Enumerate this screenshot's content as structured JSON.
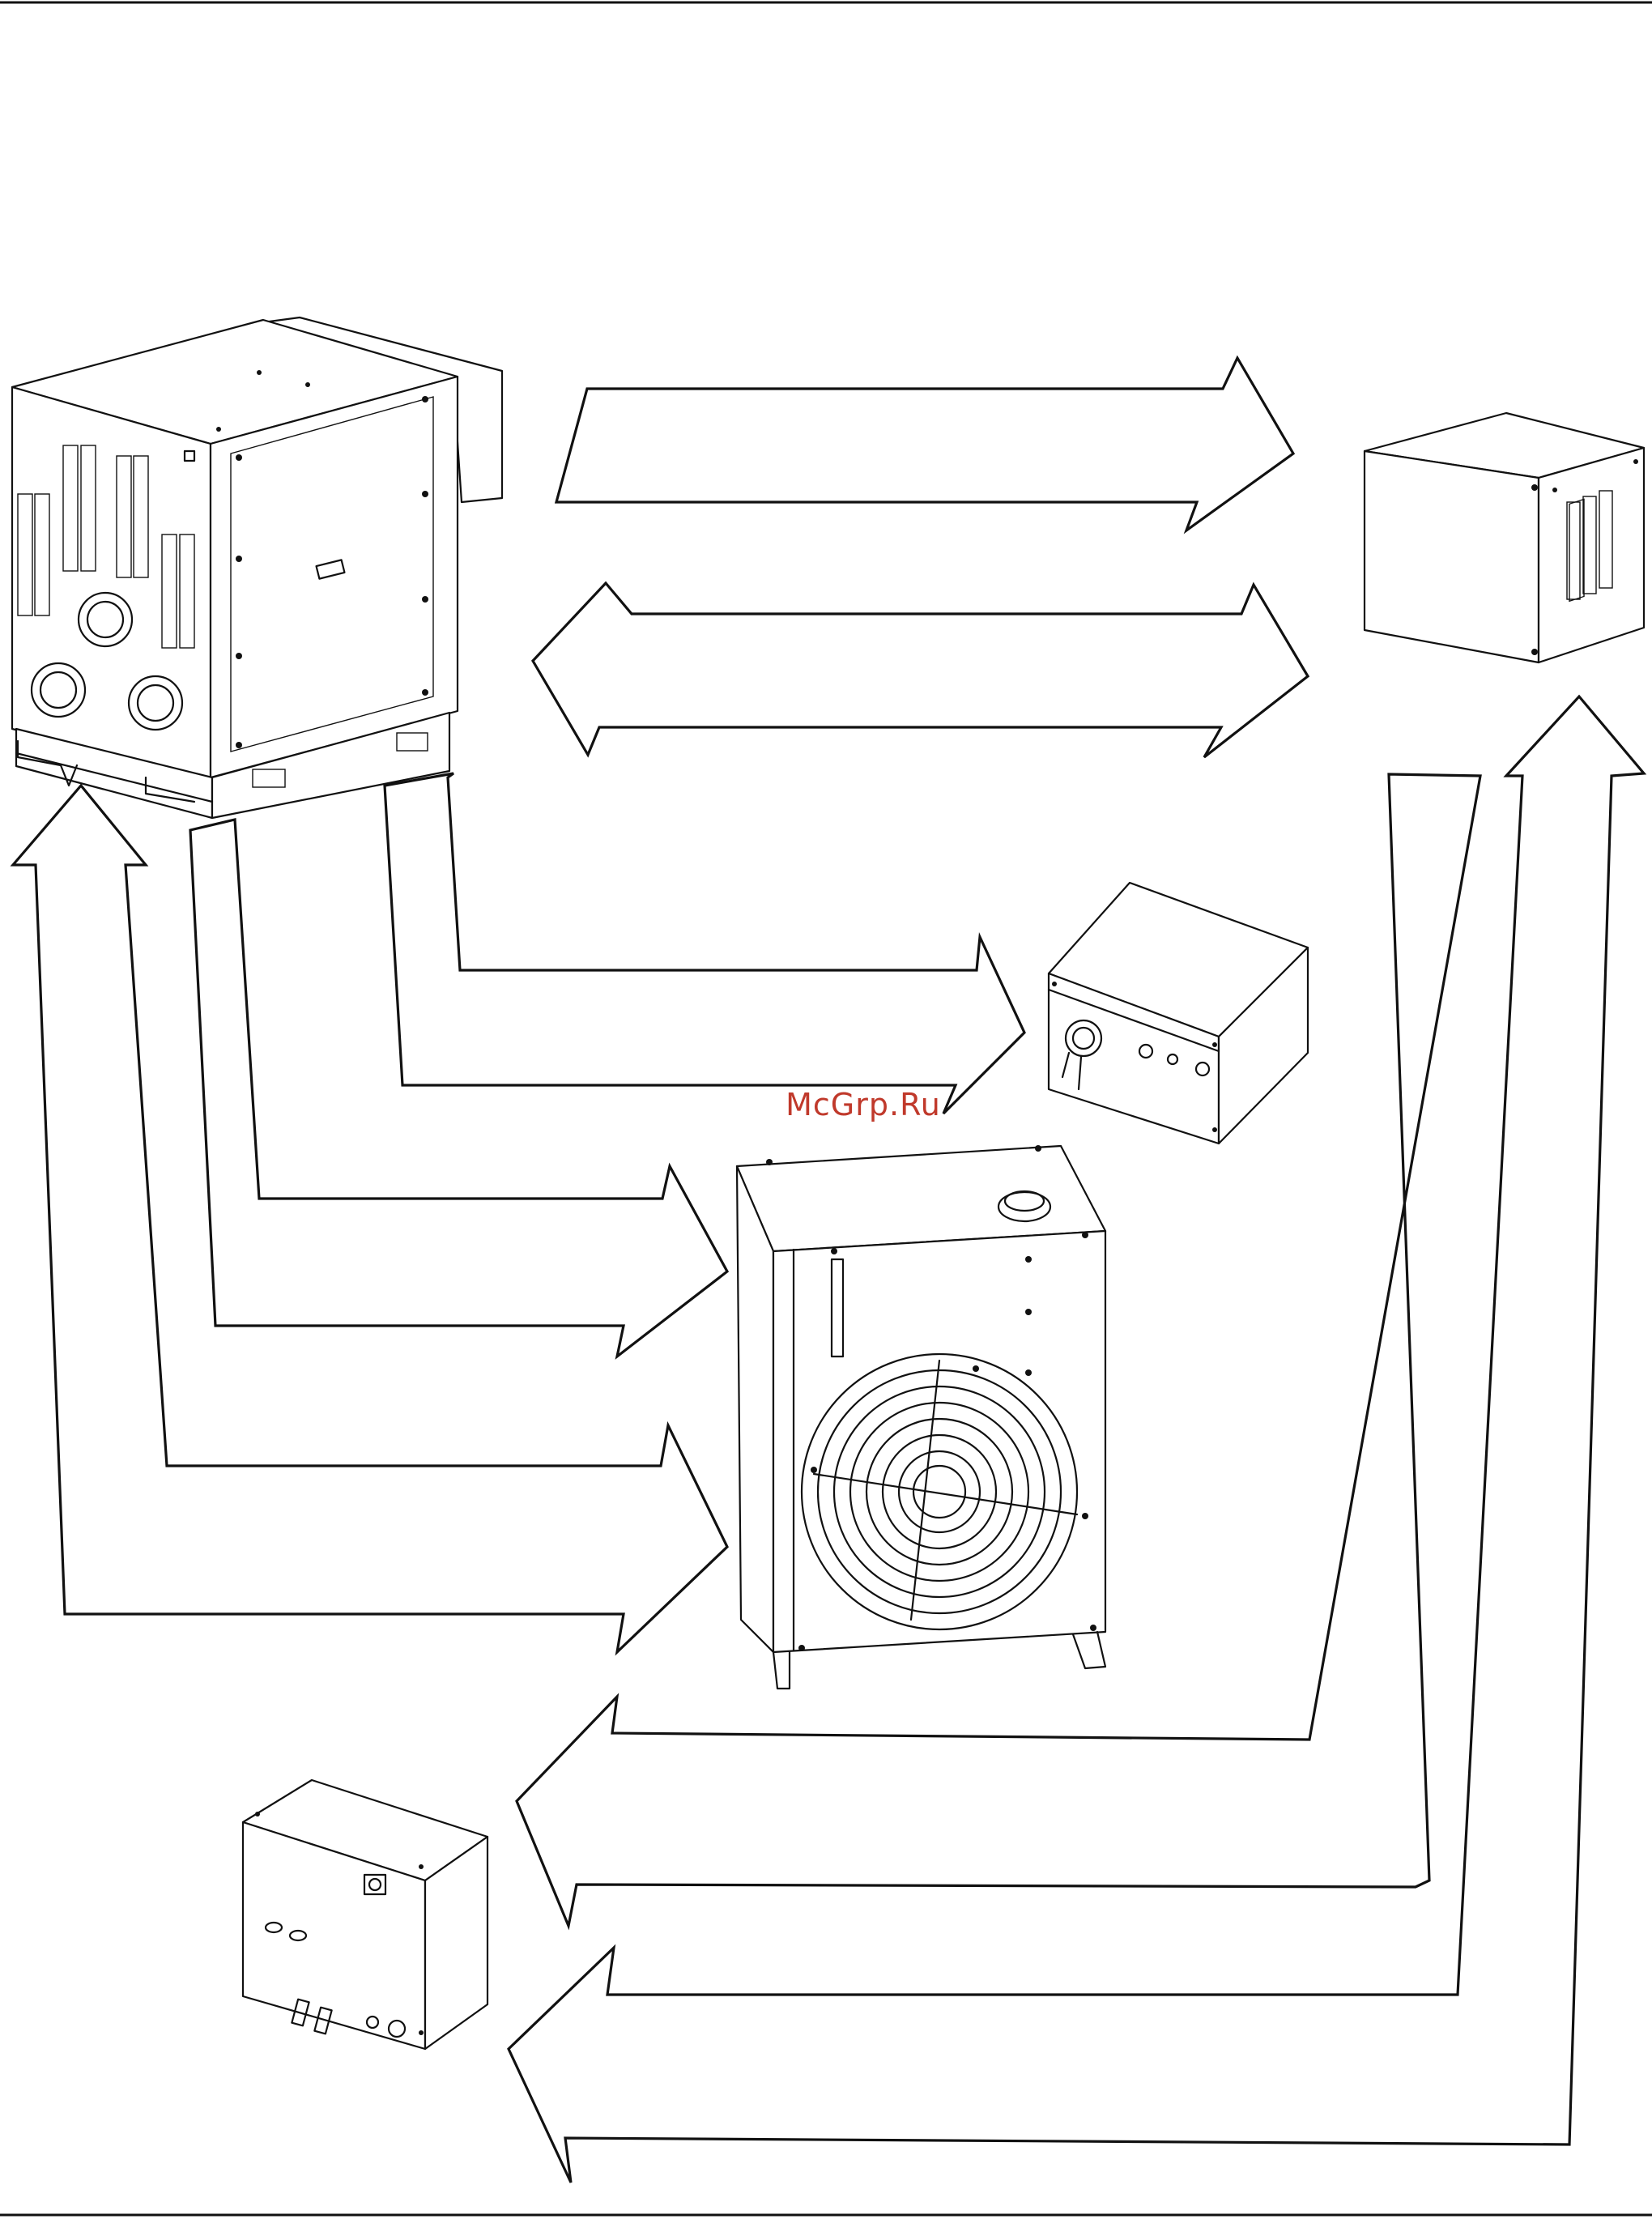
{
  "watermark": {
    "text": "McGrp.Ru",
    "color": "#c0392b"
  },
  "units": [
    {
      "id": "power-source",
      "icon": "power-source-unit-icon"
    },
    {
      "id": "gas-console",
      "icon": "gas-console-box-icon"
    },
    {
      "id": "ignition-console",
      "icon": "ignition-console-box-icon"
    },
    {
      "id": "cooler",
      "icon": "cooler-unit-icon"
    },
    {
      "id": "connection-box",
      "icon": "connection-box-icon"
    }
  ],
  "connections": [
    {
      "from": "power-source",
      "to": "gas-console",
      "direction": "to"
    },
    {
      "from": "power-source",
      "to": "gas-console",
      "direction": "both"
    },
    {
      "from": "power-source",
      "to": "ignition-console",
      "direction": "to"
    },
    {
      "from": "power-source",
      "to": "ignition-console",
      "direction": "to"
    },
    {
      "from": "power-source",
      "to": "cooler",
      "direction": "to"
    },
    {
      "from": "power-source",
      "to": "cooler",
      "direction": "to"
    },
    {
      "from": "power-source",
      "to": "cooler",
      "direction": "to"
    },
    {
      "from": "cooler",
      "to": "power-source",
      "direction": "both"
    },
    {
      "from": "gas-console",
      "to": "connection-box",
      "direction": "to"
    },
    {
      "from": "gas-console",
      "to": "connection-box",
      "direction": "to"
    },
    {
      "from": "gas-console",
      "to": "connection-box",
      "direction": "to"
    },
    {
      "from": "connection-box",
      "to": "gas-console",
      "direction": "both"
    }
  ]
}
